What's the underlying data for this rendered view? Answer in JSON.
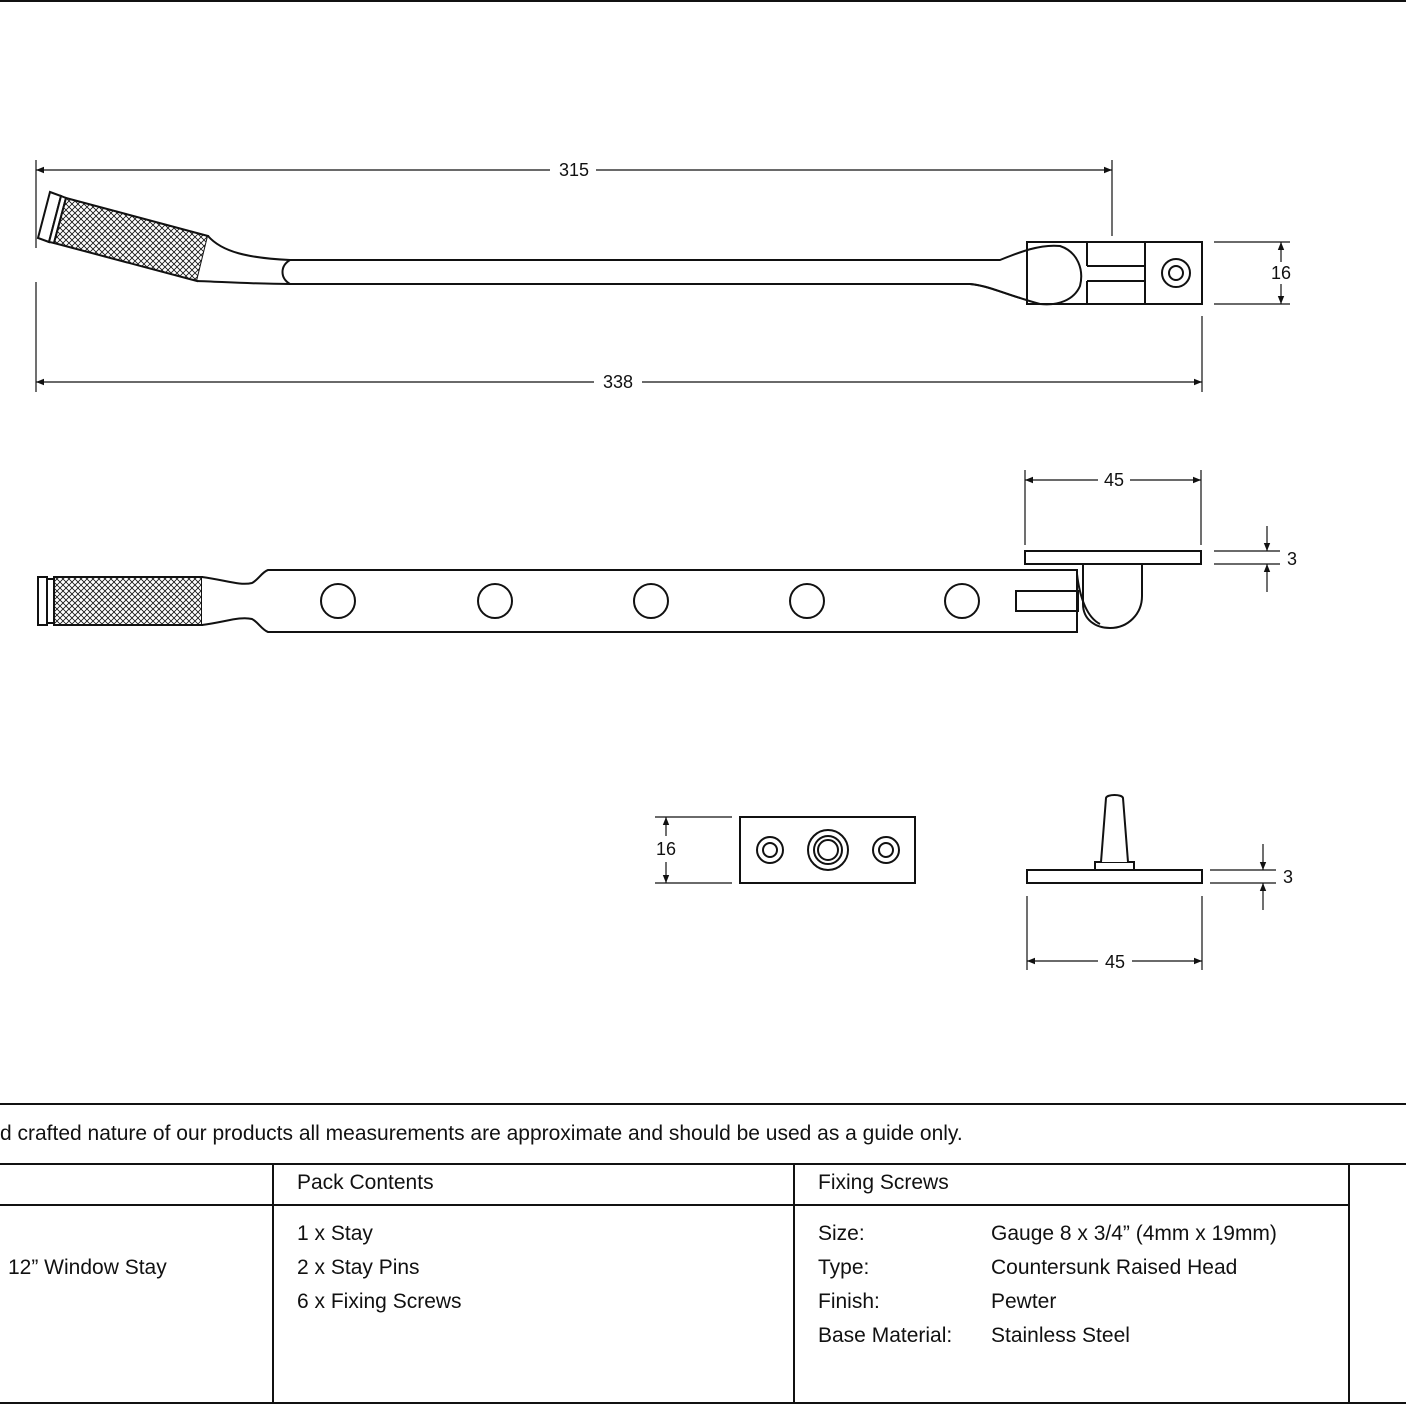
{
  "dimensions": {
    "top_view": {
      "length_inner": "315",
      "length_overall": "338",
      "height": "16"
    },
    "side_view": {
      "bracket_length": "45",
      "bracket_thickness": "3"
    },
    "keep_plate": {
      "height": "16"
    },
    "pin_plate": {
      "thickness": "3",
      "length": "45"
    }
  },
  "disclaimer": "d crafted nature of our products all measurements are approximate and should be used as a guide only.",
  "table": {
    "product_name": "12” Window Stay",
    "pack_contents": {
      "header": "Pack Contents",
      "items": [
        "1 x Stay",
        "2 x Stay Pins",
        "6 x Fixing Screws"
      ]
    },
    "fixing_screws": {
      "header": "Fixing Screws",
      "rows": [
        {
          "label": "Size:",
          "value": "Gauge 8 x 3/4” (4mm x 19mm)"
        },
        {
          "label": "Type:",
          "value": "Countersunk Raised Head"
        },
        {
          "label": "Finish:",
          "value": "Pewter"
        },
        {
          "label": "Base Material:",
          "value": "Stainless Steel"
        }
      ]
    }
  }
}
